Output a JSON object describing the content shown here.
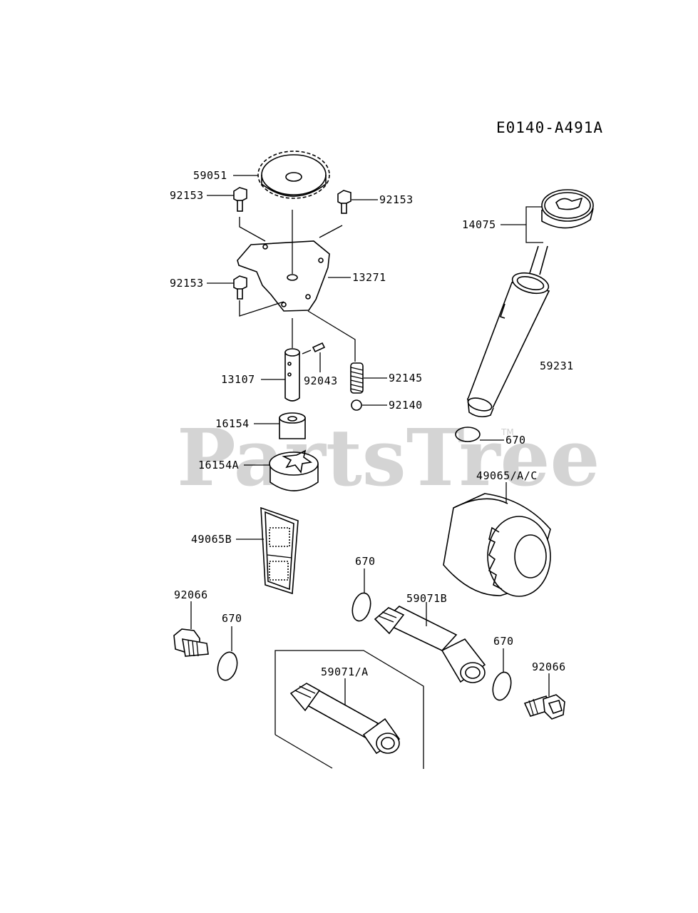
{
  "diagram": {
    "code": "E0140-A491A",
    "watermark": "PartsTree",
    "watermark_tm": "TM",
    "labels": {
      "p59051": "59051",
      "p92153_a": "92153",
      "p92153_b": "92153",
      "p92153_c": "92153",
      "p13271": "13271",
      "p13107": "13107",
      "p92043": "92043",
      "p92145": "92145",
      "p92140": "92140",
      "p16154": "16154",
      "p16154A": "16154A",
      "p49065B": "49065B",
      "p92066_a": "92066",
      "p670_a": "670",
      "p670_b": "670",
      "p670_c": "670",
      "p670_d": "670",
      "p59071B": "59071B",
      "p59071A": "59071/A",
      "p92066_b": "92066",
      "p14075": "14075",
      "p59231": "59231",
      "p49065AC": "49065/A/C"
    }
  }
}
